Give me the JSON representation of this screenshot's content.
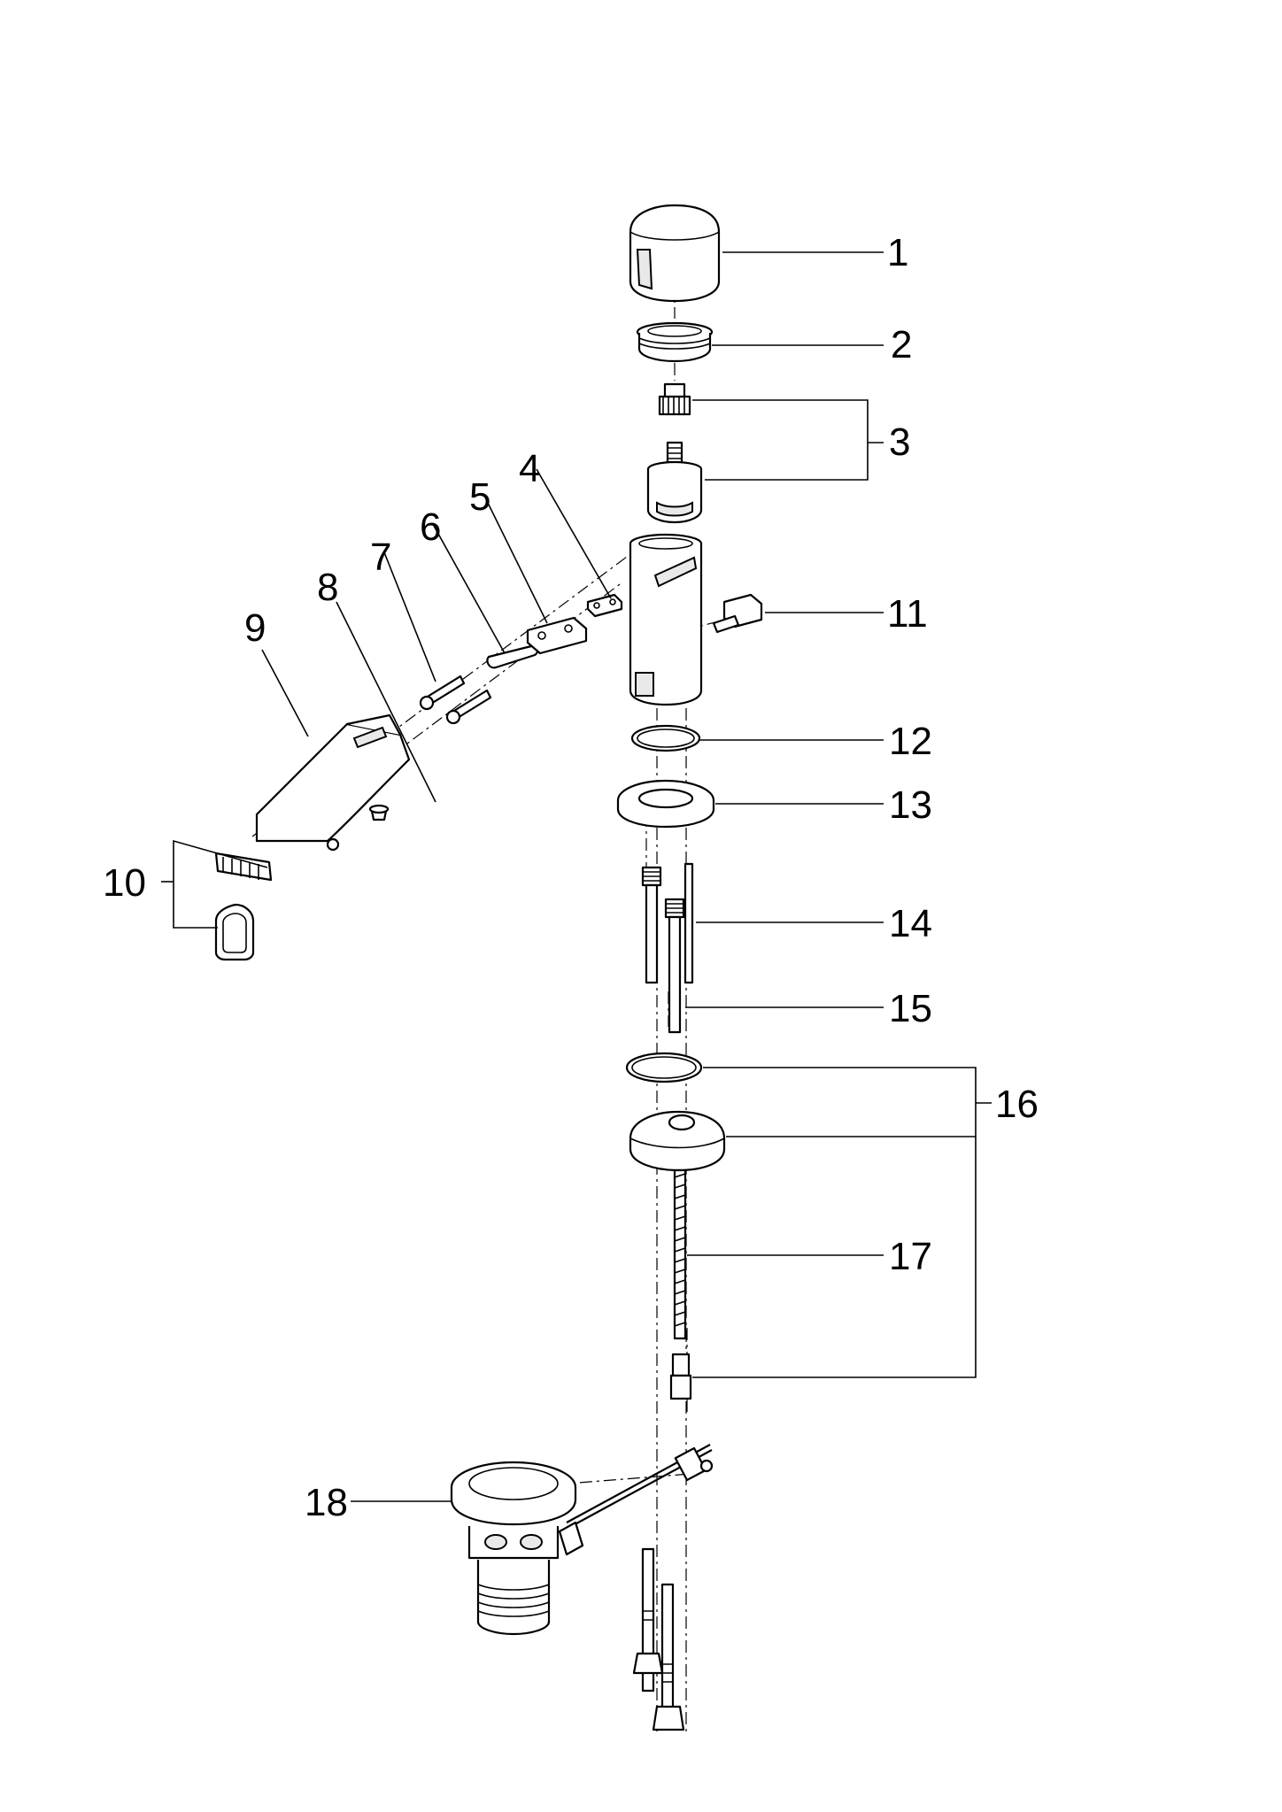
{
  "callouts": [
    "1",
    "2",
    "3",
    "4",
    "5",
    "6",
    "7",
    "8",
    "9",
    "10",
    "11",
    "12",
    "13",
    "14",
    "15",
    "16",
    "17",
    "18"
  ]
}
